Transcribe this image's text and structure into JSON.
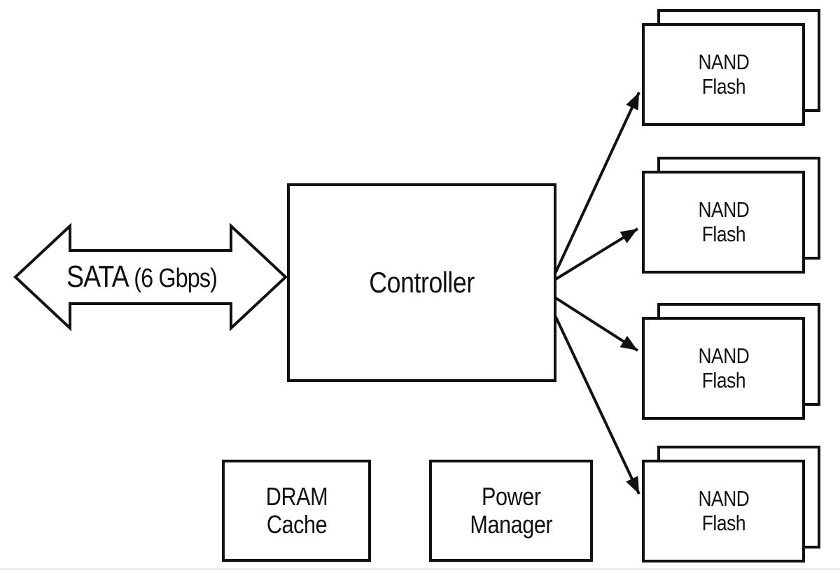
{
  "colors": {
    "ink": "#111111",
    "background": "#ffffff",
    "baseline_rule": "#f1ecec"
  },
  "sata_arrow": {
    "label": "SATA",
    "speed": "(6 Gbps)"
  },
  "controller": {
    "label": "Controller"
  },
  "dram_cache": {
    "line1": "DRAM",
    "line2": "Cache"
  },
  "power_manager": {
    "line1": "Power",
    "line2": "Manager"
  },
  "nand_units": [
    {
      "line1": "NAND",
      "line2": "Flash"
    },
    {
      "line1": "NAND",
      "line2": "Flash"
    },
    {
      "line1": "NAND",
      "line2": "Flash"
    },
    {
      "line1": "NAND",
      "line2": "Flash"
    }
  ]
}
